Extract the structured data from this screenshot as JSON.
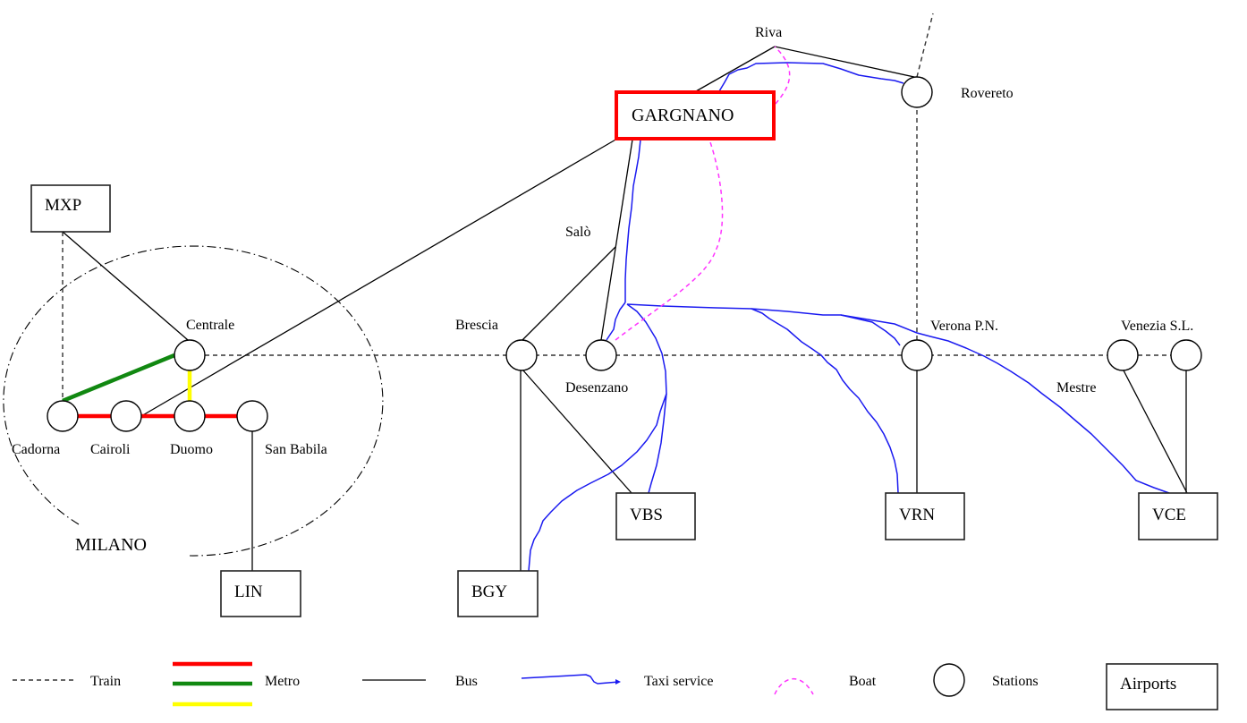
{
  "colors": {
    "metro_red": "#ff0000",
    "metro_green": "#118811",
    "metro_yellow": "#ffff00",
    "taxi": "#1a1af0",
    "boat": "#ff33ff",
    "highlight": "#ff0000"
  },
  "city": {
    "label": "MILANO"
  },
  "destination": {
    "label": "GARGNANO"
  },
  "stations": {
    "centrale": "Centrale",
    "cadorna": "Cadorna",
    "cairoli": "Cairoli",
    "duomo": "Duomo",
    "san_babila": "San Babila",
    "brescia": "Brescia",
    "desenzano": "Desenzano",
    "salo": "Salò",
    "riva": "Riva",
    "rovereto": "Rovereto",
    "verona": "Verona P.N.",
    "mestre": "Mestre",
    "venezia": "Venezia S.L."
  },
  "airports": {
    "mxp": "MXP",
    "lin": "LIN",
    "bgy": "BGY",
    "vbs": "VBS",
    "vrn": "VRN",
    "vce": "VCE"
  },
  "legend": {
    "train": "Train",
    "metro": "Metro",
    "bus": "Bus",
    "taxi": "Taxi service",
    "boat": "Boat",
    "stations": "Stations",
    "airports": "Airports"
  }
}
